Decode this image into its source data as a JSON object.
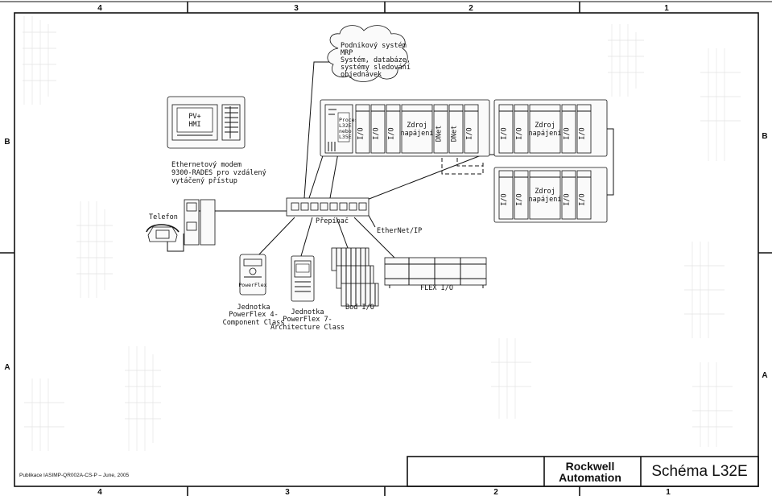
{
  "grid": {
    "columns": [
      "4",
      "3",
      "2",
      "1"
    ],
    "rows": [
      "B",
      "A"
    ]
  },
  "cloud": {
    "lines": [
      "Podnikový systém",
      "MRP",
      "Systém, databáze,",
      "systémy sledování",
      "objednávek"
    ]
  },
  "hmi": {
    "lines": [
      "PV+",
      "HMI"
    ]
  },
  "modem": {
    "lines": [
      "Ethernetový modem",
      "9300-RADES pro vzdálený",
      "vytáčený přístup"
    ]
  },
  "telefon_label": "Telefon",
  "switch_label": "Přepínač",
  "network_label": "EtherNet/IP",
  "chassis1": {
    "processor": [
      "Procesor",
      "L32E",
      "nebo",
      "L35E"
    ],
    "slots": [
      "I/O",
      "I/O",
      "I/O",
      "Zdroj napájení",
      "DNet",
      "DNet",
      "I/O"
    ]
  },
  "chassis2": {
    "slots": [
      "I/O",
      "I/O",
      "Zdroj napájení",
      "I/O",
      "I/O"
    ]
  },
  "chassis3": {
    "slots": [
      "I/O",
      "I/O",
      "Zdroj napájení",
      "I/O",
      "I/O"
    ]
  },
  "powerflex4": {
    "lines": [
      "Jednotka",
      "PowerFlex 4-",
      "Component Class"
    ],
    "badge": "PowerFlex"
  },
  "powerflex7": {
    "lines": [
      "Jednotka",
      "PowerFlex 7-",
      "Architecture Class"
    ]
  },
  "bodio_label": "Bod I/O",
  "flexio_label": "FLEX I/O",
  "footer": {
    "publication": "Publikace IASIMP-QR002A-CS-P – June, 2005",
    "logo_line1": "Rockwell",
    "logo_line2": "Automation",
    "title": "Schéma L32E"
  }
}
